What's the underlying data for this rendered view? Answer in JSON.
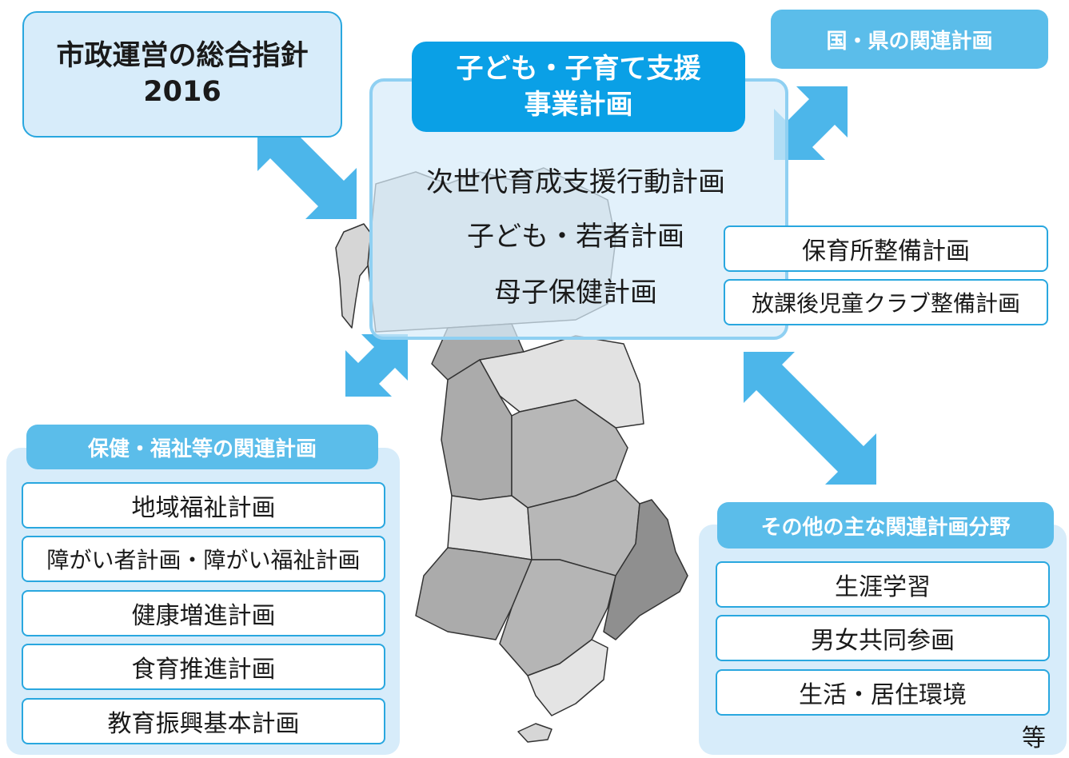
{
  "policy": {
    "line1": "市政運営の総合指針",
    "line2": "2016"
  },
  "national": {
    "label": "国・県の関連計画"
  },
  "center": {
    "header_line1": "子ども・子育て支援",
    "header_line2": "事業計画",
    "plans": [
      "次世代育成支援行動計画",
      "子ども・若者計画",
      "母子保健計画"
    ]
  },
  "sub_plans": [
    "保育所整備計画",
    "放課後児童クラブ整備計画"
  ],
  "health_welfare": {
    "title": "保健・福祉等の関連計画",
    "items": [
      "地域福祉計画",
      "障がい者計画・障がい福祉計画",
      "健康増進計画",
      "食育推進計画",
      "教育振興基本計画"
    ]
  },
  "other": {
    "title": "その他の主な関連計画分野",
    "items": [
      "生涯学習",
      "男女共同参画",
      "生活・居住環境"
    ],
    "etc": "等"
  },
  "colors": {
    "pale_blue": "#d7ecfa",
    "tab_blue": "#5bbdea",
    "header_blue": "#0aa0e6",
    "arrow_blue": "#4cb6ea",
    "border_blue": "#29a7df"
  }
}
